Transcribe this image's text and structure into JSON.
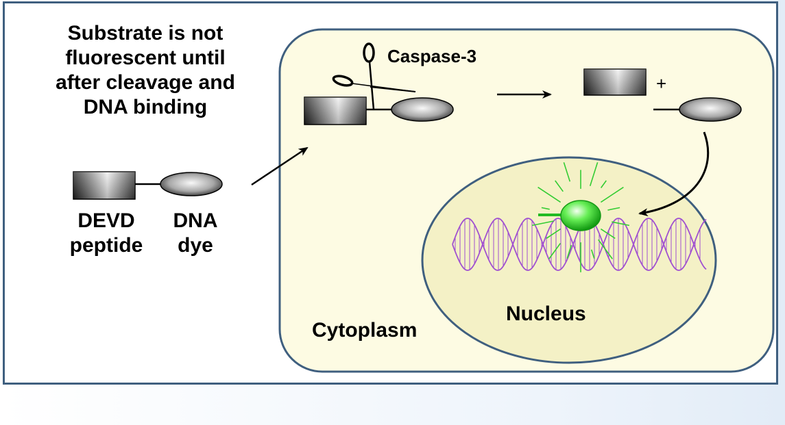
{
  "substrate_note": [
    "Substrate is not",
    "fluorescent until",
    "after cleavage and",
    "DNA binding"
  ],
  "substrate_labels": {
    "peptide": [
      "DEVD",
      "peptide"
    ],
    "dye": [
      "DNA",
      "dye"
    ]
  },
  "caspase_label": "Caspase-3",
  "plus_sign": "+",
  "nucleus_label": "Nucleus",
  "cytoplasm_label": "Cytoplasm",
  "colors": {
    "frame_border": "#3f5f7f",
    "cell_fill": "#fdfbe3",
    "nucleus_fill": "#f4f1c6",
    "dna_strand": "#a050d0",
    "glow_green": "#33cc33"
  }
}
